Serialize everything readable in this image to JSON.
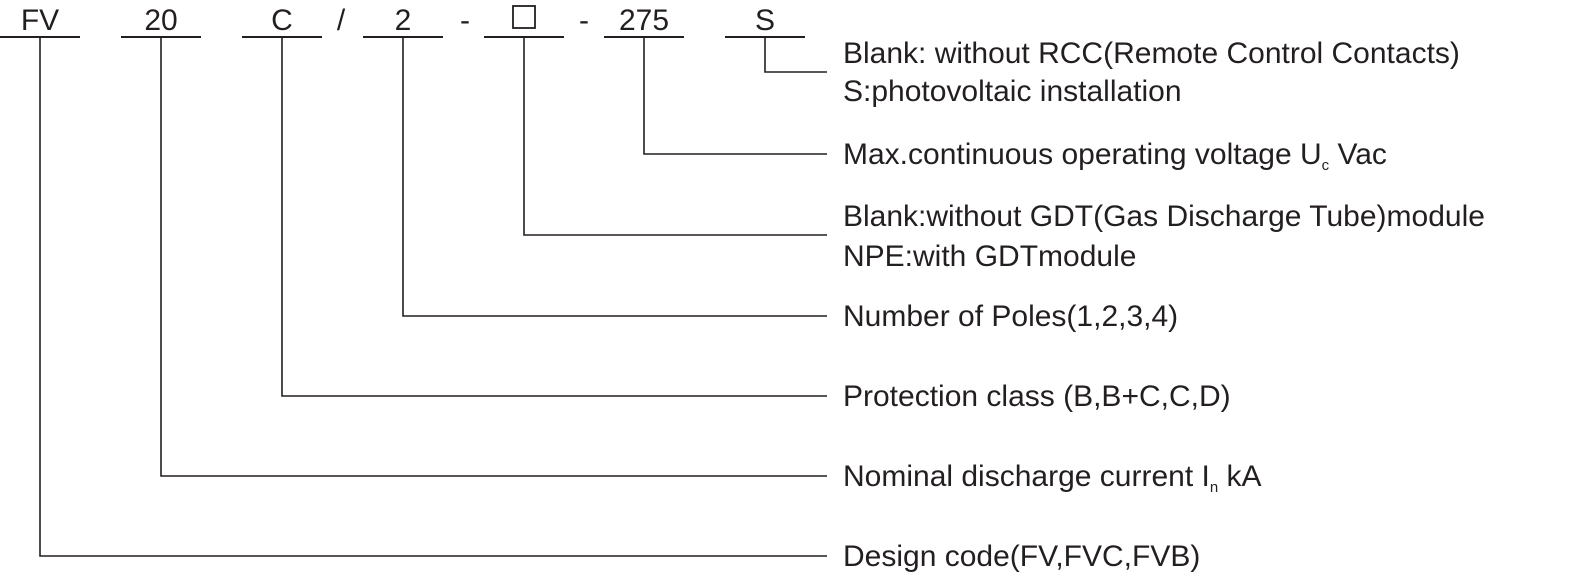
{
  "code_segments": [
    {
      "id": "fv",
      "text": "FV"
    },
    {
      "id": "20",
      "text": "20"
    },
    {
      "id": "c",
      "text": "C"
    },
    {
      "id": "slash",
      "text": "/"
    },
    {
      "id": "poles",
      "text": "2"
    },
    {
      "id": "dash1",
      "text": "-"
    },
    {
      "id": "gdt",
      "text": "",
      "shown_as": "empty-box"
    },
    {
      "id": "dash2",
      "text": "-"
    },
    {
      "id": "voltage",
      "text": "275"
    },
    {
      "id": "rcc",
      "text": "S"
    }
  ],
  "descriptions": {
    "rcc_line1": "Blank: without RCC(Remote Control Contacts)",
    "rcc_line2": "S:photovoltaic installation",
    "voltage_pre": "Max.continuous operating voltage U",
    "voltage_sub": "c",
    "voltage_post": " Vac",
    "gdt_line1": "Blank:without GDT(Gas Discharge Tube)module",
    "gdt_line2": "NPE:with GDTmodule",
    "poles": "Number of Poles(1,2,3,4)",
    "class": "Protection class (B,B+C,C,D)",
    "current_pre": "Nominal discharge current I",
    "current_sub": "n",
    "current_post": " kA",
    "design": "Design code(FV,FVC,FVB)"
  }
}
